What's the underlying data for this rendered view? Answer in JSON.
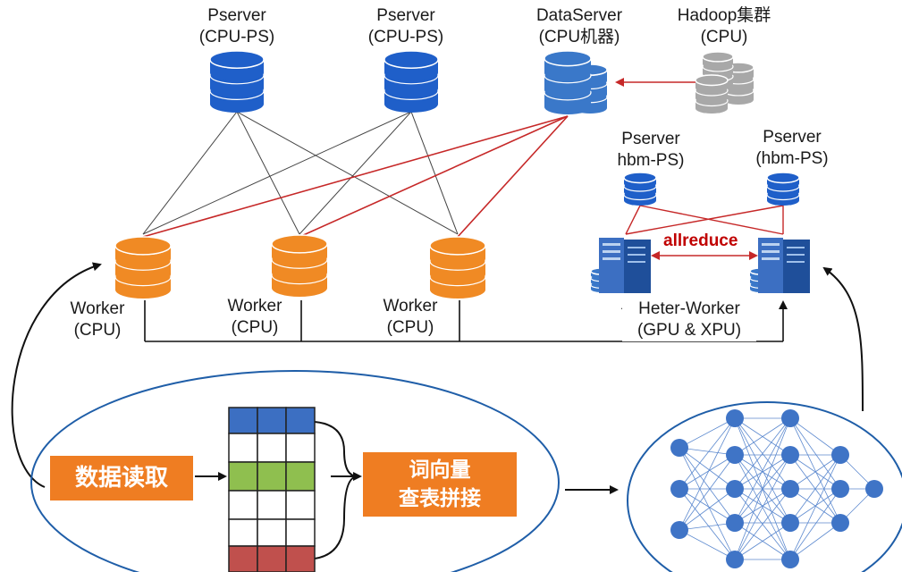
{
  "pservers_cpu": [
    {
      "name": "Pserver",
      "sub": "(CPU-PS)"
    },
    {
      "name": "Pserver",
      "sub": "(CPU-PS)"
    }
  ],
  "dataserver": {
    "name": "DataServer",
    "sub": "(CPU机器)"
  },
  "hadoop": {
    "name": "Hadoop集群",
    "sub": "(CPU)"
  },
  "pservers_hbm": [
    {
      "name": "Pserver",
      "sub": "hbm-PS)"
    },
    {
      "name": "Pserver",
      "sub": "(hbm-PS)"
    }
  ],
  "allreduce": "allreduce",
  "workers": [
    {
      "name": "Worker",
      "sub": "(CPU)"
    },
    {
      "name": "Worker",
      "sub": "(CPU)"
    },
    {
      "name": "Worker",
      "sub": "(CPU)"
    }
  ],
  "heter_worker": {
    "name": "Heter-Worker",
    "sub": "(GPU & XPU)"
  },
  "pipeline": {
    "read_box": "数据读取",
    "lookup_box_line1": "词向量",
    "lookup_box_line2": "查表拼接"
  },
  "colors": {
    "cpu_ps_blue": "#1f5fc9",
    "dataserver_blue": "#3a78c9",
    "hadoop_gray": "#a8a8a8",
    "worker_orange": "#f08a24",
    "red_link": "#c62828",
    "box_orange": "#ef7d22",
    "ellipse_blue": "#1f5ea8",
    "cell_blue": "#3c6fc2",
    "cell_green": "#8fbf4f",
    "cell_red": "#c0504d",
    "node_blue": "#3f74c6"
  }
}
